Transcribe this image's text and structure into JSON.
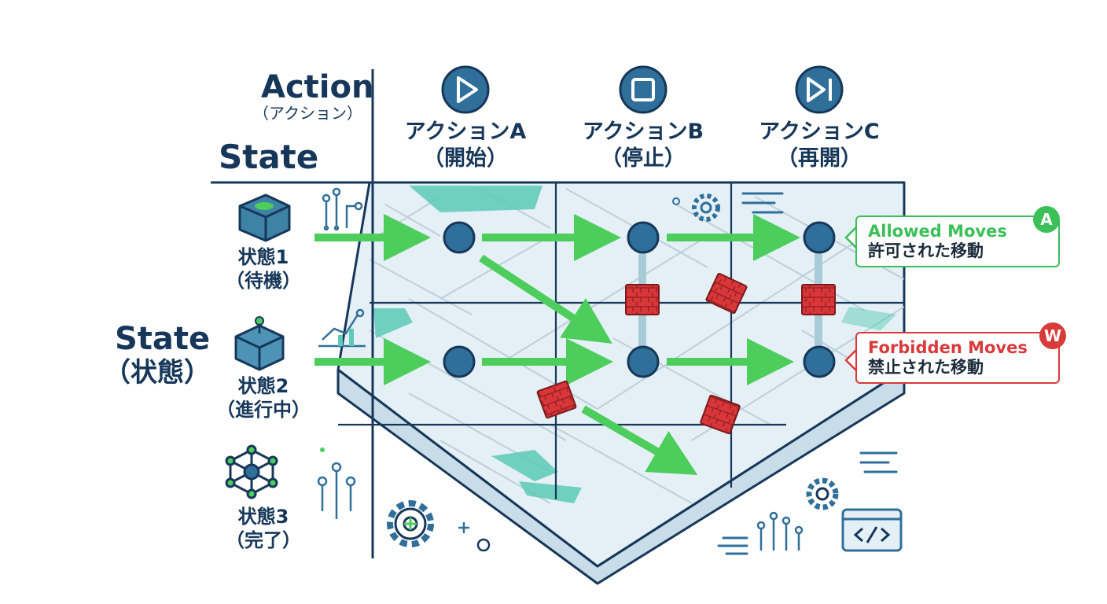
{
  "headers": {
    "action_title": "Action",
    "action_sub": "（アクション）",
    "state_title": "State",
    "state_side_title": "State",
    "state_side_sub": "（状態）"
  },
  "actions": [
    {
      "label": "アクションA",
      "sub": "（開始）",
      "icon": "play-icon"
    },
    {
      "label": "アクションB",
      "sub": "（停止）",
      "icon": "stop-icon"
    },
    {
      "label": "アクションC",
      "sub": "（再開）",
      "icon": "skip-next-icon"
    }
  ],
  "states": [
    {
      "label": "状態1",
      "sub": "（待機）",
      "icon": "cube-icon"
    },
    {
      "label": "状態2",
      "sub": "（進行中）",
      "icon": "box-icon"
    },
    {
      "label": "状態3",
      "sub": "（完了）",
      "icon": "network-icon"
    }
  ],
  "legend": {
    "allowed": {
      "title": "Allowed Moves",
      "sub": "許可された移動",
      "badge": "A",
      "color": "#3bbf57"
    },
    "forbidden": {
      "title": "Forbidden Moves",
      "sub": "禁止された移動",
      "badge": "W",
      "color": "#d93b3b"
    }
  },
  "colors": {
    "navy": "#16375a",
    "node": "#2f6f9a",
    "allowed_arrow": "#4ccd5c",
    "forbidden_block": "#d9363a",
    "board": "#dcebf2",
    "teal": "#5ccab5"
  }
}
